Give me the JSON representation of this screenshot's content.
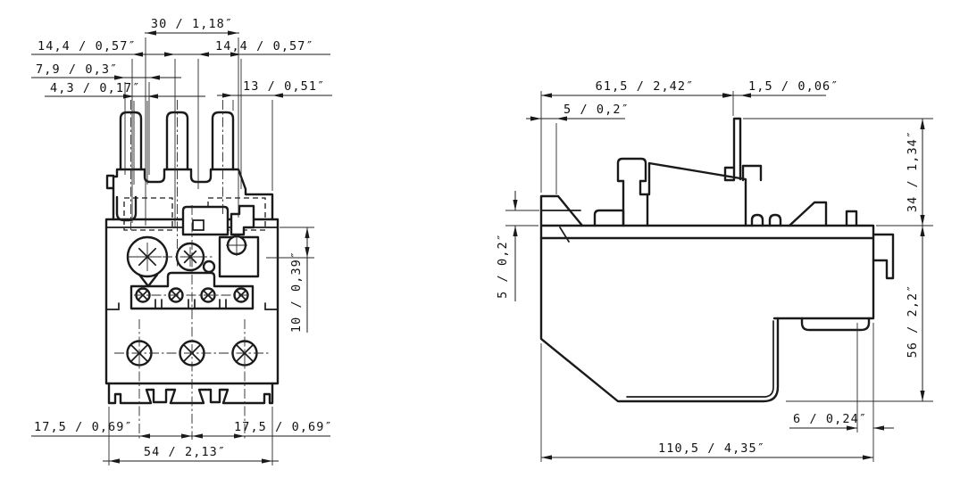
{
  "colors": {
    "background": "#ffffff",
    "line": "#1a1a1a"
  },
  "front_view": {
    "dim_pin_span": "30 / 1,18″",
    "dim_left_pin": "14,4 / 0,57″",
    "dim_right_pin": "14,4 / 0,57″",
    "dim_offset_79": "7,9 / 0,3″",
    "dim_offset_43": "4,3 / 0,17″",
    "dim_right_edge": "13 / 0,51″",
    "dim_dial_depth": "10 / 0,39″",
    "dim_hole_left": "17,5 / 0,69″",
    "dim_hole_right": "17,5 / 0,69″",
    "dim_width": "54 / 2,13″"
  },
  "side_view": {
    "dim_top_length": "61,5 / 2,42″",
    "dim_pin_width": "1,5 / 0,06″",
    "dim_tab_width": "5 / 0,2″",
    "dim_tab_height": "5 / 0,2″",
    "dim_upper_height": "34 / 1,34″",
    "dim_lower_height": "56 / 2,2″",
    "dim_foot_offset": "6 / 0,24″",
    "dim_total_length": "110,5 / 4,35″"
  }
}
